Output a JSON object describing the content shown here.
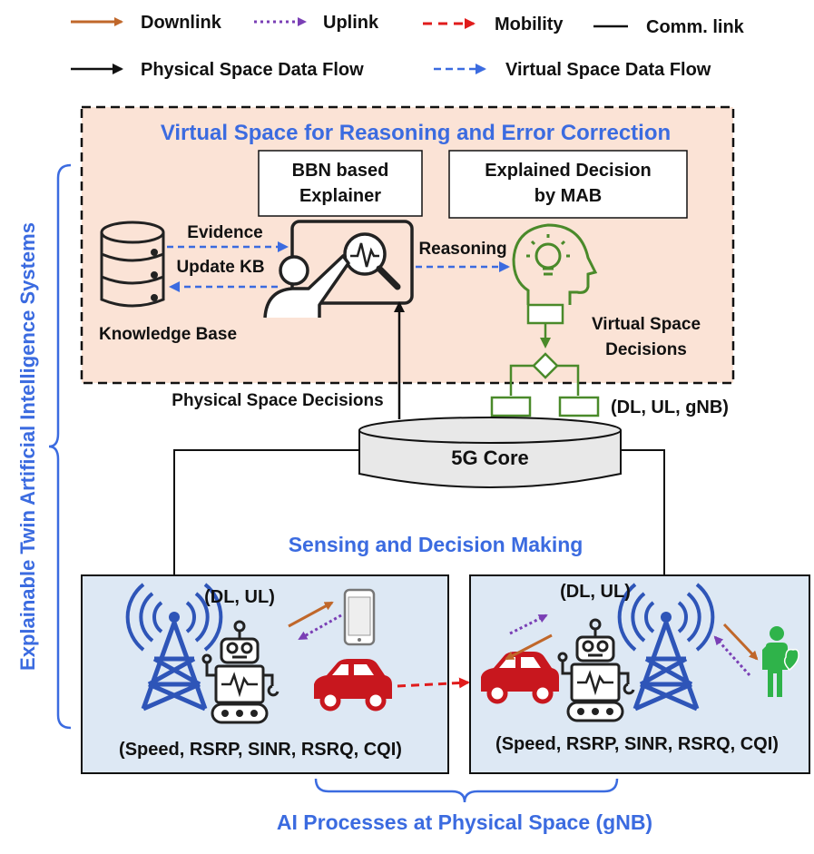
{
  "legend": {
    "downlink": "Downlink",
    "uplink": "Uplink",
    "mobility": "Mobility",
    "comm_link": "Comm. link",
    "physical_flow": "Physical Space Data Flow",
    "virtual_flow": "Virtual Space Data Flow"
  },
  "virtual_space": {
    "title": "Virtual Space for Reasoning and Error Correction",
    "explainer_line1": "BBN based",
    "explainer_line2": "Explainer",
    "decision_line1": "Explained Decision",
    "decision_line2": "by MAB",
    "evidence": "Evidence",
    "update_kb": "Update KB",
    "reasoning": "Reasoning",
    "knowledge_base": "Knowledge Base",
    "vs_decisions_line1": "Virtual Space",
    "vs_decisions_line2": "Decisions"
  },
  "physical_space_decisions": "Physical Space Decisions",
  "dl_ul_gnb": "(DL, UL, gNB)",
  "core": "5G Core",
  "side_label": "Explainable Twin Artificial Intelligence Systems",
  "sensing_title": "Sensing and Decision Making",
  "gnb_left": {
    "dl_ul": "(DL, UL)",
    "metrics": "(Speed, RSRP, SINR, RSRQ, CQI)"
  },
  "gnb_right": {
    "dl_ul": "(DL, UL)",
    "metrics": "(Speed, RSRP, SINR, RSRQ, CQI)"
  },
  "bottom_title": "AI Processes at Physical Space (gNB)",
  "colors": {
    "downlink": "#c0672a",
    "uplink": "#7a3fb5",
    "mobility": "#e01b1b",
    "virtual_flow": "#3b6be0",
    "virtual_bg": "#fbe3d6",
    "physical_bg": "#dde8f4",
    "title_blue": "#3b6be0",
    "decision_green": "#4a8a2a",
    "tower_blue": "#2e55b8",
    "car_red": "#c8171e",
    "person_green": "#2fb34a"
  }
}
